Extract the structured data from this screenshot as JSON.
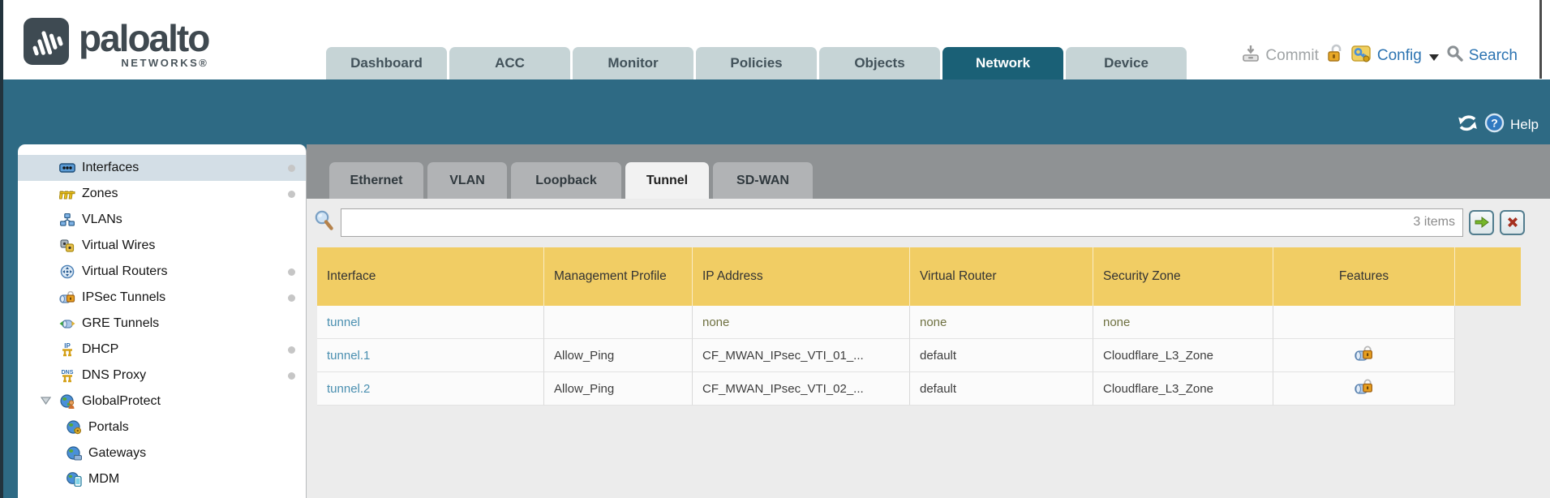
{
  "brand": {
    "wordmark": "paloalto",
    "sub": "NETWORKS®"
  },
  "nav": {
    "tabs": [
      {
        "label": "Dashboard",
        "active": false
      },
      {
        "label": "ACC",
        "active": false
      },
      {
        "label": "Monitor",
        "active": false
      },
      {
        "label": "Policies",
        "active": false
      },
      {
        "label": "Objects",
        "active": false
      },
      {
        "label": "Network",
        "active": true
      },
      {
        "label": "Device",
        "active": false
      }
    ],
    "actions": {
      "commit": "Commit",
      "config": "Config",
      "search": "Search"
    }
  },
  "band": {
    "help_label": "Help"
  },
  "sidebar": {
    "items": [
      {
        "label": "Interfaces",
        "icon": "interfaces-icon",
        "dot": true,
        "selected": true,
        "indent": false
      },
      {
        "label": "Zones",
        "icon": "zones-icon",
        "dot": true,
        "selected": false,
        "indent": false
      },
      {
        "label": "VLANs",
        "icon": "vlans-icon",
        "dot": false,
        "selected": false,
        "indent": false
      },
      {
        "label": "Virtual Wires",
        "icon": "virtual-wires-icon",
        "dot": false,
        "selected": false,
        "indent": false
      },
      {
        "label": "Virtual Routers",
        "icon": "virtual-routers-icon",
        "dot": true,
        "selected": false,
        "indent": false
      },
      {
        "label": "IPSec Tunnels",
        "icon": "ipsec-tunnels-icon",
        "dot": true,
        "selected": false,
        "indent": false
      },
      {
        "label": "GRE Tunnels",
        "icon": "gre-tunnels-icon",
        "dot": false,
        "selected": false,
        "indent": false
      },
      {
        "label": "DHCP",
        "icon": "dhcp-icon",
        "dot": true,
        "selected": false,
        "indent": false
      },
      {
        "label": "DNS Proxy",
        "icon": "dns-proxy-icon",
        "dot": true,
        "selected": false,
        "indent": false
      },
      {
        "label": "GlobalProtect",
        "icon": "globalprotect-icon",
        "dot": false,
        "selected": false,
        "indent": false,
        "expanded": true
      },
      {
        "label": "Portals",
        "icon": "portals-icon",
        "dot": false,
        "selected": false,
        "indent": true
      },
      {
        "label": "Gateways",
        "icon": "gateways-icon",
        "dot": false,
        "selected": false,
        "indent": true
      },
      {
        "label": "MDM",
        "icon": "mdm-icon",
        "dot": false,
        "selected": false,
        "indent": true
      }
    ]
  },
  "subtabs": {
    "items": [
      {
        "label": "Ethernet",
        "active": false
      },
      {
        "label": "VLAN",
        "active": false
      },
      {
        "label": "Loopback",
        "active": false
      },
      {
        "label": "Tunnel",
        "active": true
      },
      {
        "label": "SD-WAN",
        "active": false
      }
    ]
  },
  "toolbar": {
    "search_value": "",
    "count_label": "3 items"
  },
  "table": {
    "columns": [
      {
        "label": "Interface"
      },
      {
        "label": "Management Profile"
      },
      {
        "label": "IP Address"
      },
      {
        "label": "Virtual Router"
      },
      {
        "label": "Security Zone"
      },
      {
        "label": "Features"
      }
    ],
    "rows": [
      {
        "interface": "tunnel",
        "management_profile": "",
        "ip_address": "none",
        "virtual_router": "none",
        "security_zone": "none",
        "features_lock": false,
        "selected": true
      },
      {
        "interface": "tunnel.1",
        "management_profile": "Allow_Ping",
        "ip_address": "CF_MWAN_IPsec_VTI_01_...",
        "virtual_router": "default",
        "security_zone": "Cloudflare_L3_Zone",
        "features_lock": true,
        "selected": false
      },
      {
        "interface": "tunnel.2",
        "management_profile": "Allow_Ping",
        "ip_address": "CF_MWAN_IPsec_VTI_02_...",
        "virtual_router": "default",
        "security_zone": "Cloudflare_L3_Zone",
        "features_lock": true,
        "selected": false
      }
    ]
  },
  "colors": {
    "teal_band": "#2e6a84",
    "active_nav_tab": "#1a6076",
    "table_header": "#f1cd64",
    "selected_row": "#c0ced7",
    "link": "#4a8fb0",
    "none_text": "#6e7040"
  }
}
